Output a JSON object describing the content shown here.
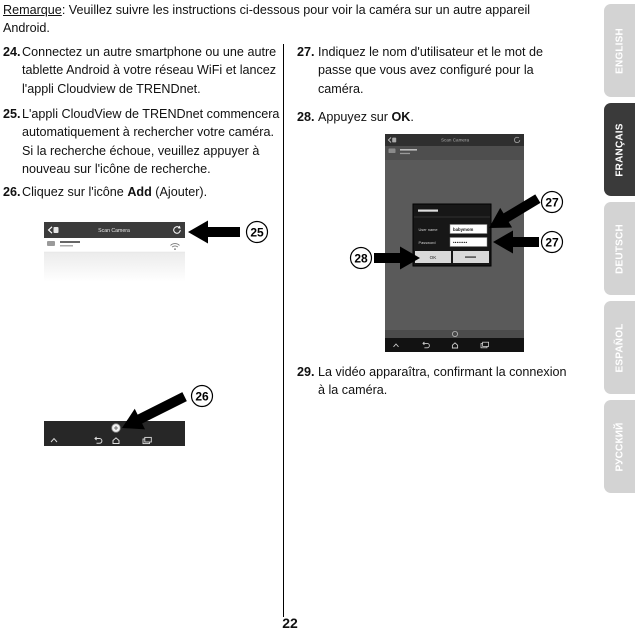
{
  "note": {
    "label": "Remarque",
    "line1": ": Veuillez suivre les instructions ci-dessous pour voir la caméra sur un autre appareil",
    "line2": "Android."
  },
  "steps": {
    "s24": {
      "number": "24.",
      "lines": [
        "Connectez un autre smartphone ou une autre",
        "tablette Android à votre réseau WiFi et lancez",
        "l'appli Cloudview de TRENDnet."
      ]
    },
    "s25": {
      "number": "25.",
      "lines": [
        "L'appli CloudView de TRENDnet commencera",
        "automatiquement à rechercher votre caméra.",
        "Si la recherche échoue, veuillez appuyer à",
        "nouveau sur l'icône de recherche."
      ]
    },
    "s26": {
      "number": "26.",
      "before": "Cliquez sur l'icône ",
      "bold": "Add",
      "after": " (Ajouter)."
    },
    "s27": {
      "number": "27.",
      "lines": [
        "Indiquez le nom d'utilisateur et le mot de",
        "passe que vous avez configuré pour la",
        "caméra."
      ]
    },
    "s28": {
      "number": "28.",
      "before": "Appuyez sur ",
      "bold": "OK",
      "after": "."
    },
    "s29": {
      "number": "29.",
      "lines": [
        "La vidéo apparaîtra, confirmant la connexion",
        "à la caméra."
      ]
    }
  },
  "callouts": {
    "c25": "25",
    "c26": "26",
    "c27a": "27",
    "c27b": "27",
    "c28": "28"
  },
  "screenshots": {
    "scan": {
      "title": "Scan Camera"
    },
    "login": {
      "title": "Scan Camera",
      "username_label": "User name",
      "username_value": "babymom",
      "password_label": "Password",
      "password_value": "••••••••",
      "ok_button": "OK"
    }
  },
  "icons": [
    "back-icon",
    "refresh-icon",
    "camera-icon",
    "wifi-icon",
    "add-icon",
    "home-nav-icon",
    "back-nav-icon",
    "recents-nav-icon",
    "menu-up-icon"
  ],
  "language_tabs": [
    {
      "label": "ENGLISH",
      "active": false
    },
    {
      "label": "FRANÇAIS",
      "active": true
    },
    {
      "label": "DEUTSCH",
      "active": false
    },
    {
      "label": "ESPAÑOL",
      "active": false
    },
    {
      "label": "РУССКИЙ",
      "active": false
    }
  ],
  "page_number": "22",
  "colors": {
    "tab_active": "#3a3a3a",
    "tab_inactive": "#d3d3d3",
    "text": "#111111",
    "callout_arrow": "#000000"
  }
}
